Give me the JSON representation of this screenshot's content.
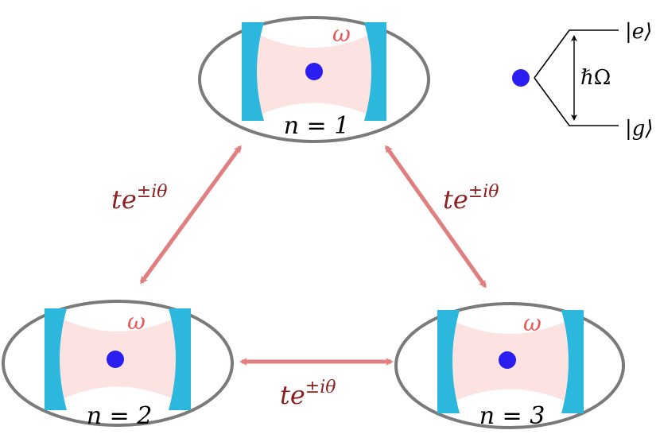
{
  "colors": {
    "ellipse_stroke": "#7a7a7a",
    "mirror": "#2bb8dc",
    "cavity_mode": "#fde2e2",
    "atom": "#2a1ff0",
    "coupling_arrow": "#e07f7f",
    "coupling_label": "#8b2020",
    "omega_label": "#e85a5a",
    "level_lines": "#000000"
  },
  "cavities": [
    {
      "id": "cavity-1",
      "label": "n = 1",
      "omega": "ω",
      "n": 1
    },
    {
      "id": "cavity-2",
      "label": "n = 2",
      "omega": "ω",
      "n": 2
    },
    {
      "id": "cavity-3",
      "label": "n = 3",
      "omega": "ω",
      "n": 3
    }
  ],
  "couplings": [
    {
      "between": [
        1,
        2
      ],
      "label_base": "te",
      "label_exp": "±iθ"
    },
    {
      "between": [
        1,
        3
      ],
      "label_base": "te",
      "label_exp": "±iθ"
    },
    {
      "between": [
        2,
        3
      ],
      "label_base": "te",
      "label_exp": "±iθ"
    }
  ],
  "level_scheme": {
    "excited": "|e⟩",
    "ground": "|g⟩",
    "splitting": "ℏΩ"
  }
}
